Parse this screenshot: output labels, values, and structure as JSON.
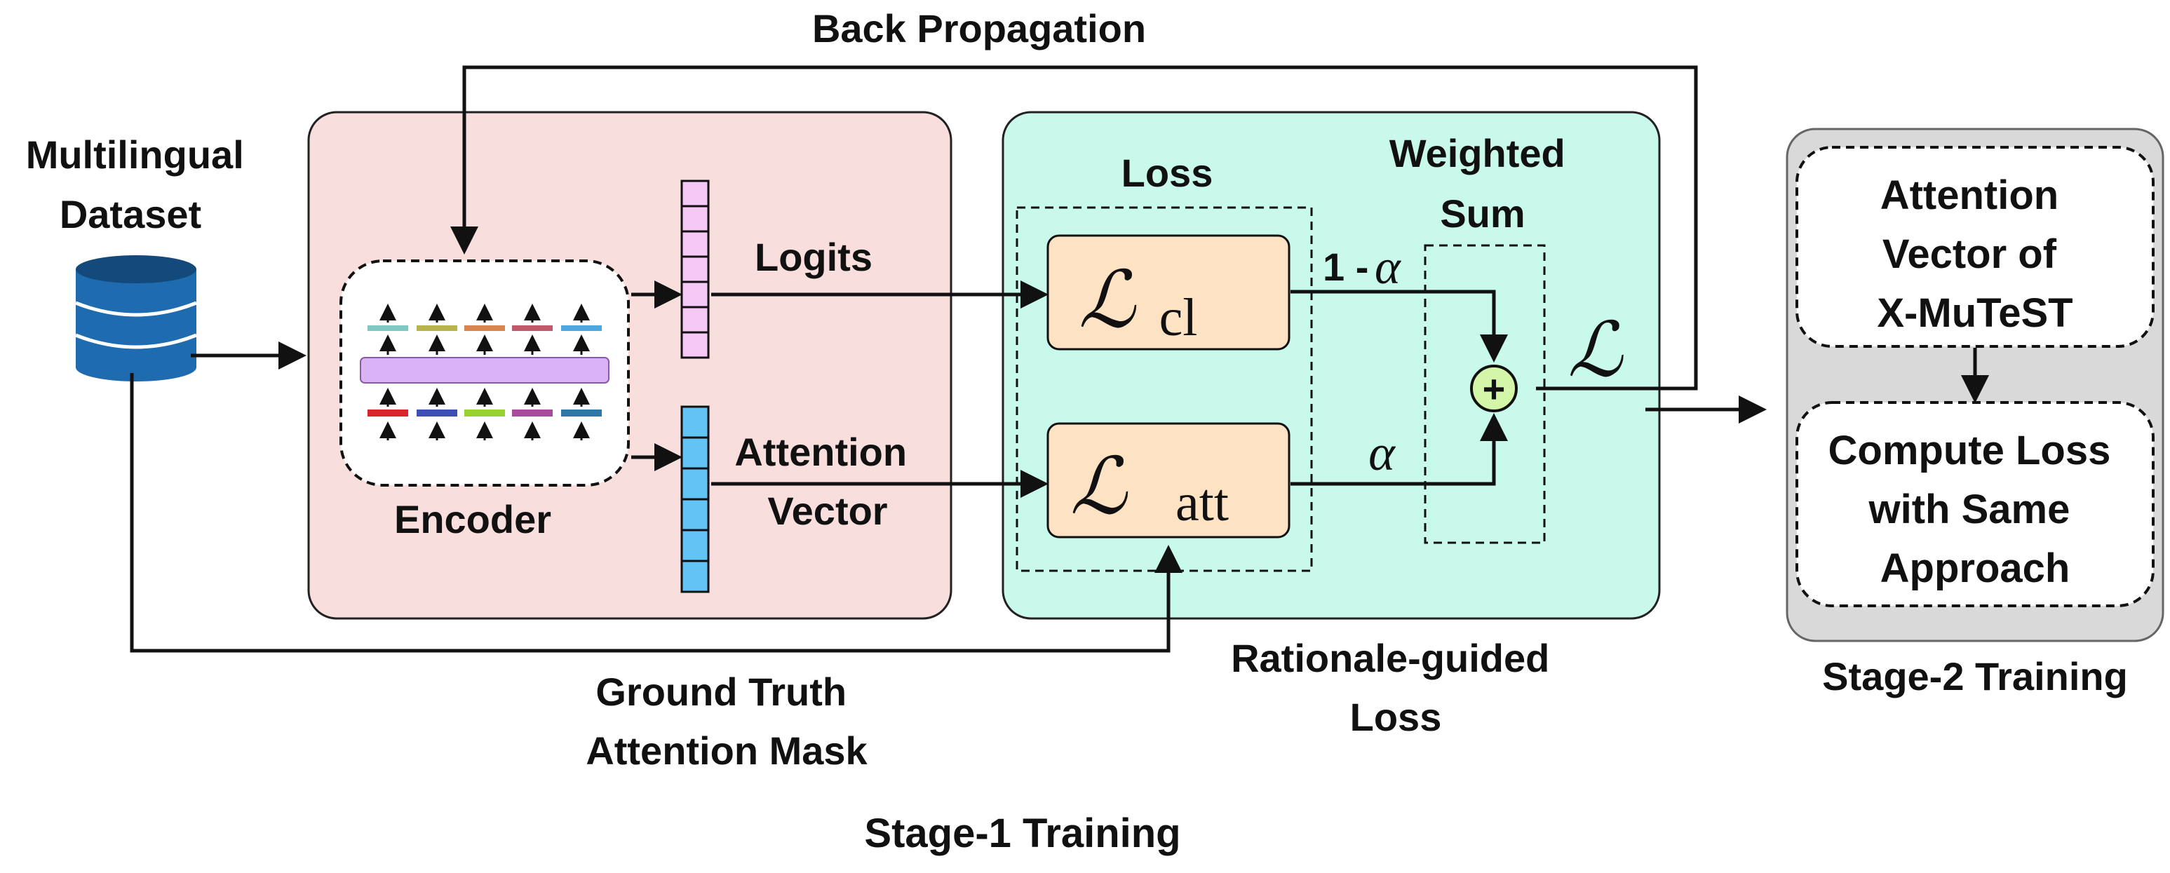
{
  "figure": {
    "dataset_label": [
      "Multilingual",
      "Dataset"
    ],
    "back_propagation_label": "Back Propagation",
    "encoder_label": "Encoder",
    "logits_label": "Logits",
    "attention_vector_label": [
      "Attention",
      "Vector"
    ],
    "ground_truth_label": [
      "Ground Truth",
      "Attention Mask"
    ],
    "loss_label": "Loss",
    "weighted_sum_label": [
      "Weighted",
      "Sum"
    ],
    "loss_cl": {
      "symbol": "ℒ",
      "subscript": "cl"
    },
    "loss_att": {
      "symbol": "ℒ",
      "subscript": "att"
    },
    "one_minus_alpha": {
      "prefix": "1 -",
      "alpha": "α"
    },
    "alpha": "α",
    "total_loss": "ℒ",
    "plus_symbol": "+",
    "rationale_label": [
      "Rationale-guided",
      "Loss"
    ],
    "stage1_label": "Stage-1 Training",
    "stage2_box1": [
      "Attention",
      "Vector of",
      "X-MuTeST"
    ],
    "stage2_box2": [
      "Compute Loss",
      "with Same",
      "Approach"
    ],
    "stage2_label": "Stage-2 Training"
  },
  "colors": {
    "stage1_panel": "#f9dede",
    "loss_panel": "#c8f9ea",
    "stage2_panel": "#d9d9d9",
    "loss_box": "#fde3c3",
    "logits_vector": "#f5c8f5",
    "attention_vector": "#62c3f5",
    "database": "#1f6bb0",
    "plus_node": "#d4f6a8",
    "encoder_bar": "#d9b3f5",
    "token_top": [
      "#7fc9c3",
      "#b7b44e",
      "#d98551",
      "#c05a6a",
      "#4fa7e0"
    ],
    "token_bottom": [
      "#d9252c",
      "#3d4fb5",
      "#99d12e",
      "#a84b9c",
      "#2f78a6"
    ]
  },
  "icons": [
    "database-icon",
    "plus-node-icon"
  ]
}
